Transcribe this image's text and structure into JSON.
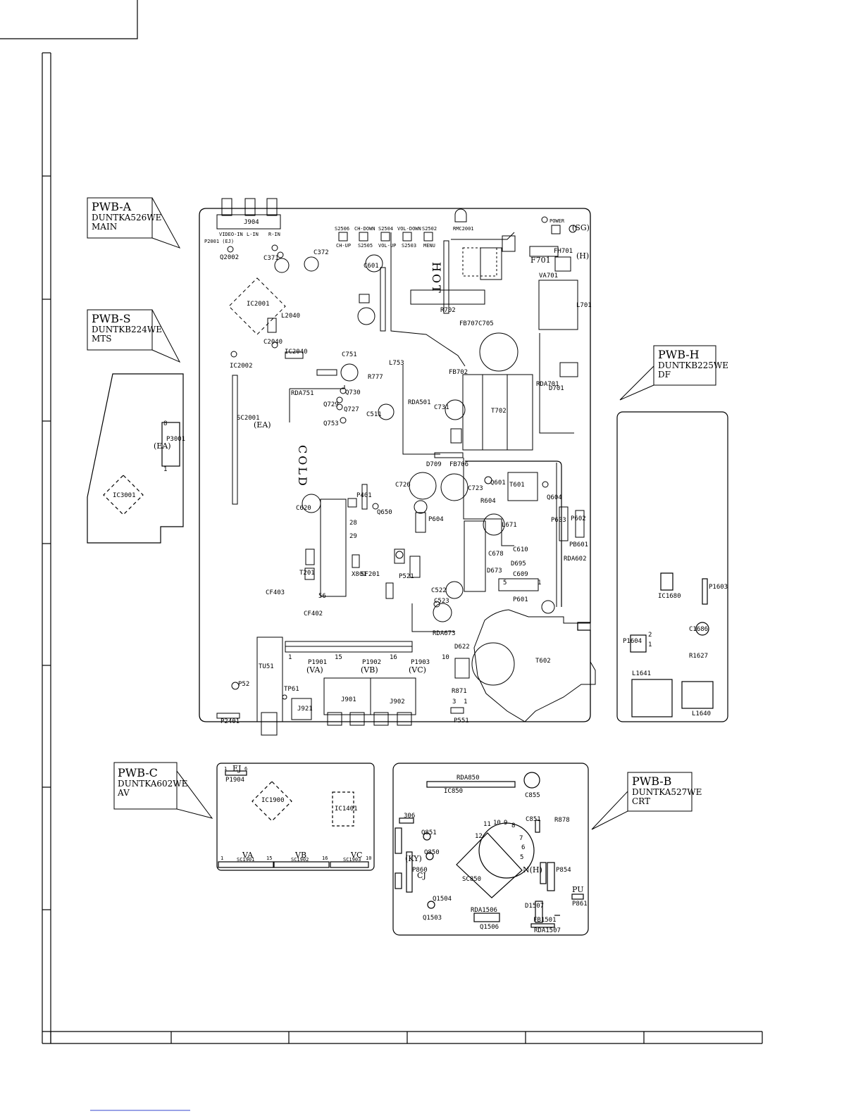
{
  "callouts": {
    "pwb_a": {
      "title": "PWB-A",
      "part": "DUNTKA526WE",
      "desc": "MAIN"
    },
    "pwb_s": {
      "title": "PWB-S",
      "part": "DUNTKB224WE",
      "desc": "MTS"
    },
    "pwb_h": {
      "title": "PWB-H",
      "part": "DUNTKB225WE",
      "desc": "DF"
    },
    "pwb_c": {
      "title": "PWB-C",
      "part": "DUNTKA602WE",
      "desc": "AV"
    },
    "pwb_b": {
      "title": "PWB-B",
      "part": "DUNTKA527WE",
      "desc": "CRT"
    }
  },
  "main_board": {
    "cold": "COLD",
    "hot": "HOT",
    "j904": "J904",
    "video_in": "VIDEO-IN",
    "l_in": "L-IN",
    "r_in": "R-IN",
    "switches": [
      "S2506",
      "CH-DOWN",
      "S2504",
      "VOL-DOWN",
      "S2502"
    ],
    "switches_bottom": [
      "CH-UP",
      "S2505",
      "VOL-UP",
      "S2503",
      "MENU"
    ],
    "rmc": "RMC2001",
    "power": "POWER",
    "p706_sg": "(SG)",
    "p703_h": "(H)",
    "f701": "F701",
    "fh701": "FH701",
    "va701": "VA701",
    "l701": "L701",
    "t702": "T702",
    "t602": "T602",
    "t601": "T601",
    "r702": "R702",
    "c705": "C705",
    "c731": "C731",
    "c726": "C726",
    "c723": "C723",
    "l671": "L671",
    "c610": "C610",
    "c678": "C678",
    "d695": "D695",
    "c609": "C609",
    "d673": "D673",
    "p601": "P601",
    "p602": "P602",
    "p604": "P604",
    "p603": "P603",
    "pb601": "PB601",
    "rda602": "RDA602",
    "rda673": "RDA673",
    "d622": "D622",
    "d709": "D709",
    "fb706": "FB706",
    "fb707": "FB707",
    "fb702": "FB702",
    "rda751": "RDA751",
    "rda501": "RDA501",
    "rda701": "RDA701",
    "q729": "Q729",
    "q730": "Q730",
    "q727": "Q727",
    "q753": "Q753",
    "c511": "C511",
    "c751": "C751",
    "r777": "R777",
    "l753": "L753",
    "sc2001": "SC2001",
    "sc_ea": "(EA)",
    "ic2001": "IC2001",
    "ic2002": "IC2002",
    "ic2040": "IC2040",
    "l2040": "L2040",
    "c2040": "C2040",
    "q2002": "Q2002",
    "p2001_ej": "P2001 (EJ)",
    "c371": "C371",
    "c372": "C372",
    "c601": "C601",
    "c620": "C620",
    "p401": "P401",
    "q650": "Q650",
    "x801": "X801",
    "sf201": "SF201",
    "t201": "T201",
    "cf403": "CF403",
    "cf402": "CF402",
    "p521": "P521",
    "c523": "C523",
    "c522": "C522",
    "d701": "D701",
    "tu51": "TU51",
    "p52": "P52",
    "tp61": "TP61",
    "p2401": "P2401",
    "j921": "J921",
    "j901": "J901",
    "j902": "J902",
    "p1901": "P1901",
    "p1902": "P1902",
    "p1903": "P1903",
    "va": "(VA)",
    "vb": "(VB)",
    "vc": "(VC)",
    "p551": "P551",
    "r871": "R871",
    "q604": "Q604",
    "r604": "R604",
    "q601": "Q601",
    "pin1": "1",
    "pin3": "3",
    "pin5": "5",
    "pin10": "10",
    "pin15": "15",
    "pin16": "16",
    "pin28": "28",
    "pin29": "29",
    "pin56": "56"
  },
  "mts_board": {
    "p3001": "P3001",
    "ic3001": "IC3001",
    "ea": "(EA)",
    "pin8": "8",
    "pin1": "1"
  },
  "df_board": {
    "ic1680": "IC1680",
    "p1603": "P1603",
    "c1686": "C1686",
    "r1627": "R1627",
    "l1641": "L1641",
    "l1640": "L1640",
    "p1604": "P1604",
    "pin2": "2",
    "pin1": "1"
  },
  "av_board": {
    "ej": "EJ",
    "p1904": "P1904",
    "ic1900": "IC1900",
    "ic1401": "IC1401",
    "va": "VA",
    "vb": "VB",
    "vc": "VC",
    "sc1901": "SC1901",
    "sc1902": "SC1902",
    "sc1903": "SC1903",
    "pin1": "1",
    "pin6": "6",
    "pin15": "15",
    "pin16": "16",
    "pin10": "10"
  },
  "crt_board": {
    "rda850": "RDA850",
    "ic850": "IC850",
    "c855": "C855",
    "c851": "C851",
    "r878": "R878",
    "q851": "Q851",
    "q850": "Q850",
    "p860": "P860",
    "cj": "CJ",
    "ky": "(KY)",
    "sc850": "SC850",
    "n_h": "N(H)",
    "p854": "P854",
    "pu": "PU",
    "p861": "P861",
    "rda1506": "RDA1506",
    "q1506": "Q1506",
    "d1507": "D1507",
    "fb1501": "FB1501",
    "rda1507": "RDA1507",
    "q1504": "Q1504",
    "q1503": "Q1503",
    "p306": "306",
    "pin_nums": [
      "11",
      "10",
      "9",
      "8",
      "7",
      "6",
      "5",
      "12"
    ]
  }
}
